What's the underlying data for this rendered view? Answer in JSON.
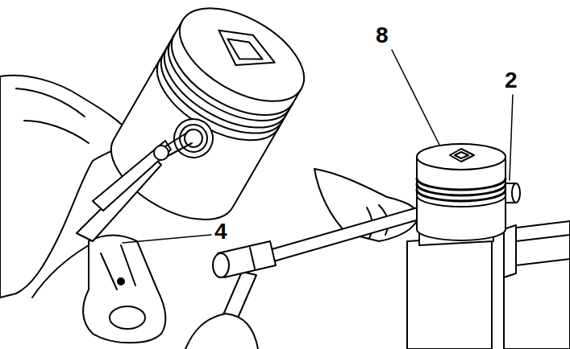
{
  "diagram": {
    "labels": [
      "8",
      "2",
      "4"
    ]
  }
}
